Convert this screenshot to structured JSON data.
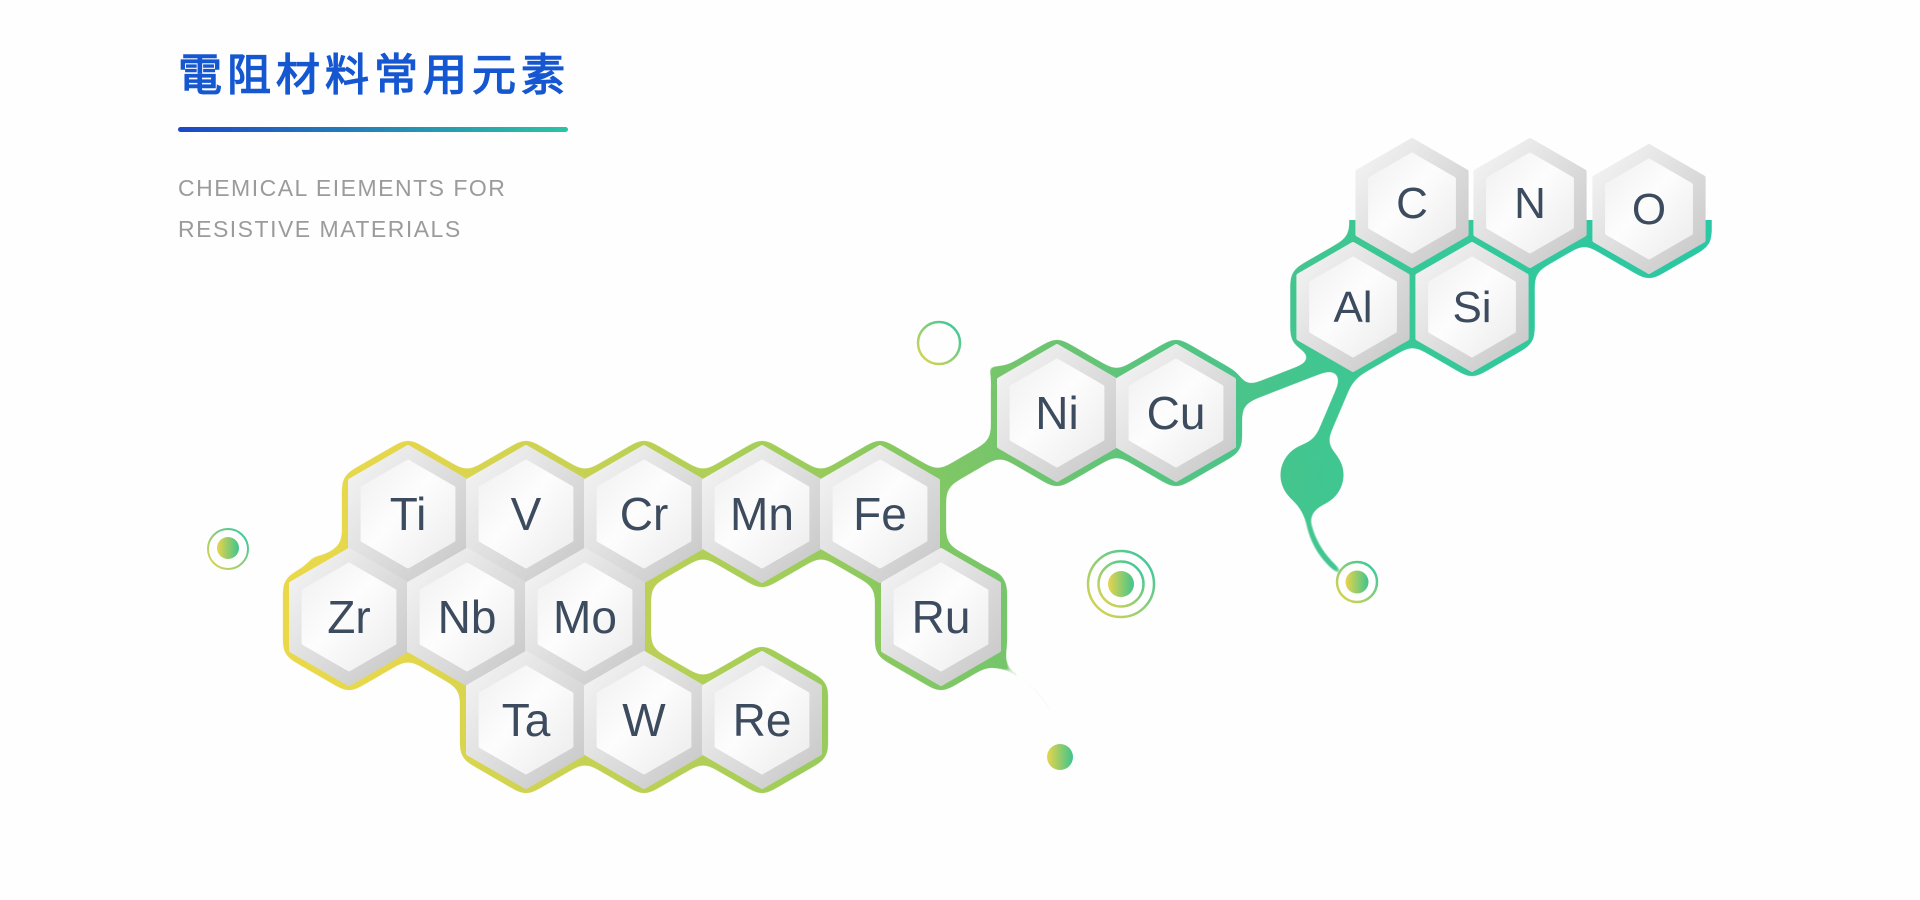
{
  "header": {
    "title": "電阻材料常用元素",
    "subtitle_line1": "CHEMICAL EIEMENTS FOR",
    "subtitle_line2": "RESISTIVE MATERIALS"
  },
  "theme": {
    "background": "#fefefe",
    "title_color": "#1557d0",
    "subtitle_color": "#9b9b9b",
    "divider_from": "#1c47c9",
    "divider_to": "#2cc3a5",
    "tile_text_color": "#3c4b5d",
    "tile_bevel_light": "#f6f6f6",
    "tile_bevel_dark": "#c6c6c6",
    "accent_yellow": "#e9d44a",
    "accent_green": "#3fc48d",
    "accent_teal": "#2cc7a3"
  },
  "diagram": {
    "blob_gradient": [
      "#eeda48",
      "#e4d74c",
      "#c4d153",
      "#a6ce58",
      "#8cc95f",
      "#74c56c",
      "#5cc47c",
      "#4ac48a",
      "#36c898",
      "#2bc7a4"
    ],
    "clusters": [
      {
        "name": "refractory-transition-metals",
        "elements": [
          "Ti",
          "V",
          "Cr",
          "Mn",
          "Fe",
          "Zr",
          "Nb",
          "Mo",
          "Ru",
          "Ta",
          "W",
          "Re"
        ]
      },
      {
        "name": "nickel-copper",
        "elements": [
          "Ni",
          "Cu"
        ]
      },
      {
        "name": "light-elements",
        "elements": [
          "C",
          "N",
          "O",
          "Al",
          "Si"
        ]
      }
    ],
    "decorations": [
      {
        "name": "left-ring-dot"
      },
      {
        "name": "upper-open-ring"
      },
      {
        "name": "double-ring-dot"
      },
      {
        "name": "right-ring-dot"
      },
      {
        "name": "bottom-dot"
      }
    ]
  }
}
